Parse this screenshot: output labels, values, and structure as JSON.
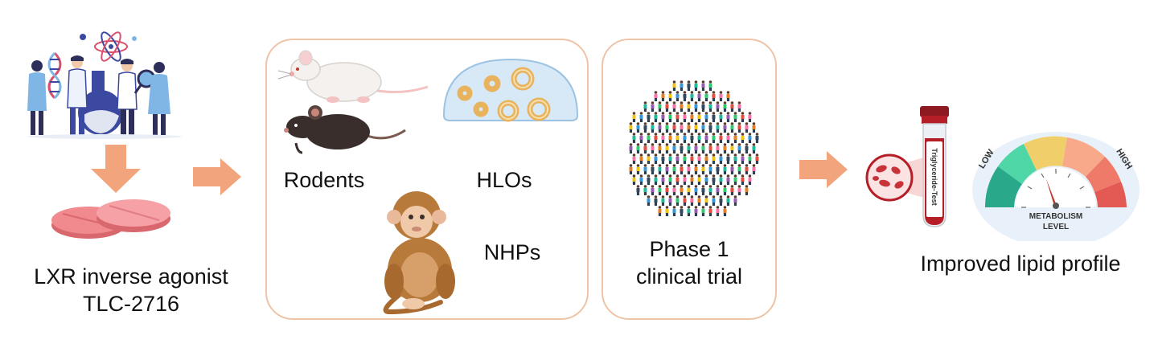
{
  "drug": {
    "name_line1": "LXR inverse agonist",
    "name_line2": "TLC-2716"
  },
  "preclinical": {
    "rodents_label": "Rodents",
    "hlos_label": "HLOs",
    "nhps_label": "NHPs"
  },
  "clinical": {
    "line1": "Phase 1",
    "line2": "clinical trial"
  },
  "outcome": {
    "label": "Improved lipid profile",
    "tube_text": "Triglyceride-Test",
    "gauge_low": "LOW",
    "gauge_high": "HIGH",
    "gauge_caption_line1": "METABOLISM",
    "gauge_caption_line2": "LEVEL"
  },
  "colors": {
    "arrow": "#f2a57c",
    "panel_border": "#efc3a6",
    "pill": "#f08a8f",
    "blood": "#b51e26"
  }
}
